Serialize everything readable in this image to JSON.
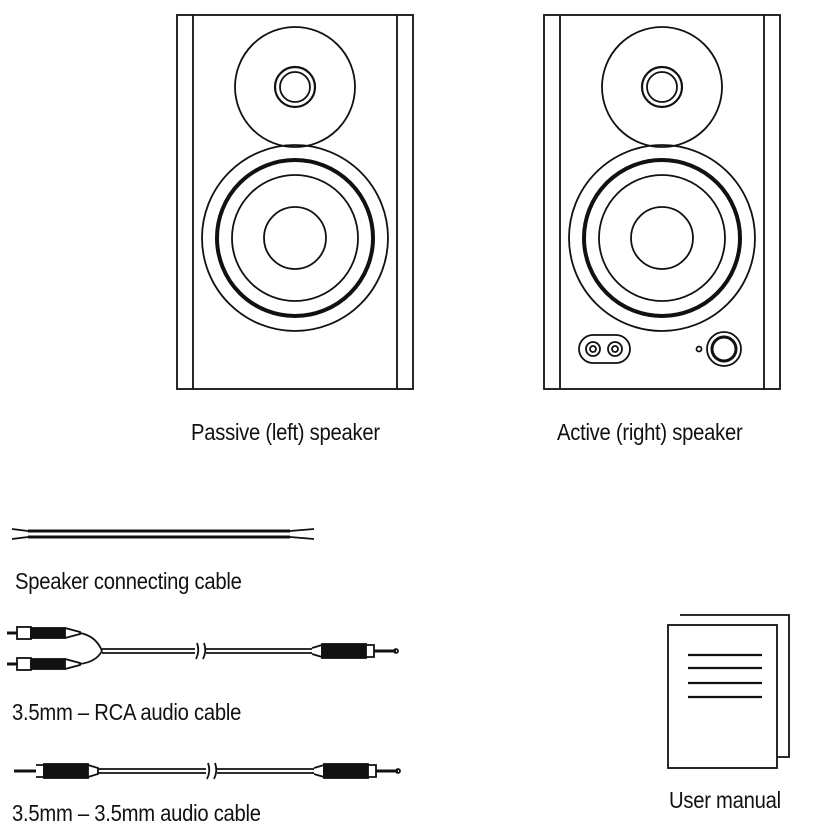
{
  "items": {
    "passive_speaker": "Passive (left) speaker",
    "active_speaker": "Active (right) speaker",
    "speaker_cable": "Speaker connecting cable",
    "rca_cable": "3.5mm – RCA audio cable",
    "aux_cable": "3.5mm – 3.5mm audio cable",
    "manual": "User manual"
  }
}
